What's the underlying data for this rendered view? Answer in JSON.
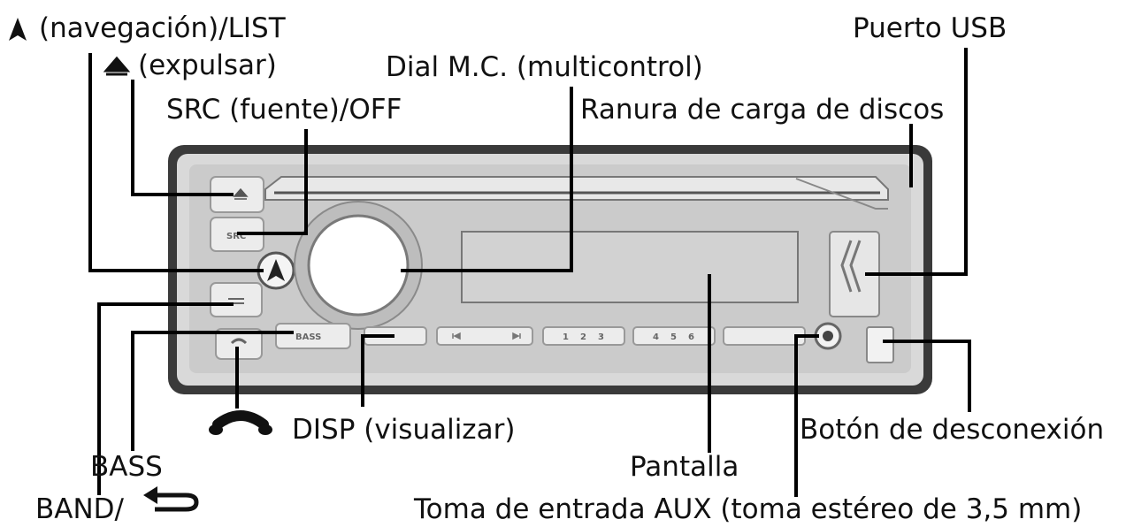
{
  "labels": {
    "navegacion": "(navegación)/LIST",
    "expulsar": "(expulsar)",
    "src": "SRC (fuente)/OFF",
    "dial": "Dial M.C. (multicontrol)",
    "ranura": "Ranura de carga de discos",
    "usb": "Puerto USB",
    "disp": "DISP (visualizar)",
    "bass": "BASS",
    "band": "BAND/",
    "pantalla": "Pantalla",
    "desconexion": "Botón de desconexión",
    "aux": "Toma de entrada AUX (toma estéreo de 3,5 mm)"
  },
  "device": {
    "src_button": "SRC",
    "bass_button": "BASS",
    "preset_buttons": [
      "1",
      "2",
      "3",
      "4",
      "5",
      "6"
    ]
  }
}
